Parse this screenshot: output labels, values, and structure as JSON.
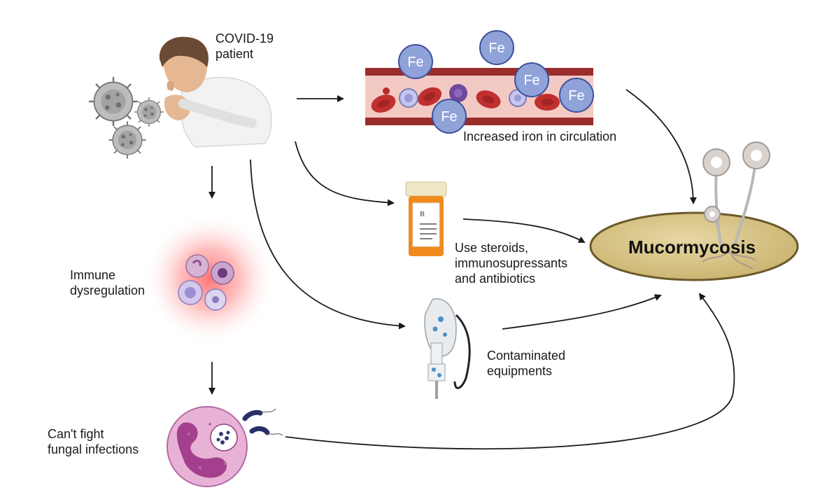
{
  "labels": {
    "patient": "COVID-19\npatient",
    "iron": "Increased iron in circulation",
    "steroids": "Use steroids,\nimmunosupressants\nand antibiotics",
    "equipment": "Contaminated\nequipments",
    "immune": "Immune\ndysregulation",
    "fungal": "Can't fight\nfungal infections",
    "outcome": "Mucormycosis"
  },
  "iron_symbol": "Fe",
  "colors": {
    "vessel_wall": "#9b2c2c",
    "plasma": "#f3c9c4",
    "rbc": "#c0302f",
    "fe_fill": "#8fa3d9",
    "fe_stroke": "#3f4f9a",
    "dish_fill": "#d8c58a",
    "dish_stroke": "#6b5a2a",
    "bottle": "#f08a1c",
    "cap": "#eee7c6",
    "inflammation": "#ff6a6a",
    "neutrophil_fill": "#e8b2d6",
    "neutrophil_nucleus": "#a43f8e",
    "skin": "#e5b893",
    "hair": "#6a4a35",
    "shirt": "#f2f2f2",
    "virus": "#8d8d8d",
    "arrow": "#1a1a1a"
  },
  "icons": [
    "person-icon",
    "virus-icon",
    "blood-vessel-icon",
    "pill-bottle-icon",
    "oxygen-mask-icon",
    "immune-cells-icon",
    "neutrophil-icon",
    "bacteria-icon",
    "fungus-icon",
    "petri-dish-icon"
  ]
}
